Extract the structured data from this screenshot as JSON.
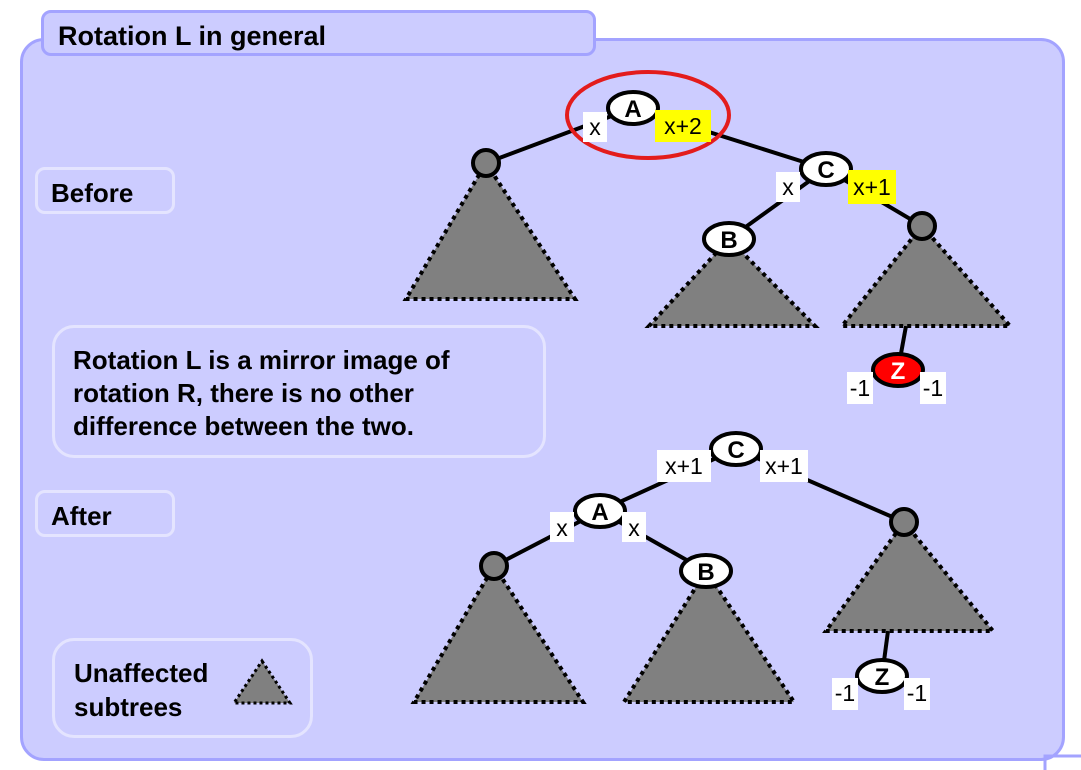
{
  "title": "Rotation L in general",
  "labels": {
    "before": "Before",
    "after": "After"
  },
  "note": {
    "line1": "Rotation L is a mirror image of",
    "line2": "rotation R, there is no other",
    "line3": "difference  between the two."
  },
  "legend": {
    "line1": "Unaffected",
    "line2": "subtrees"
  },
  "colors": {
    "panel": "#ccccff",
    "panel_border": "#a3a3ff",
    "subtree": "#808080",
    "highlight": "#ffff00",
    "unbalanced_ring": "#e31c1c",
    "new_node": "#ff0000"
  },
  "before_tree": {
    "nodes": {
      "a": "A",
      "c": "C",
      "b": "B",
      "z": "Z"
    },
    "heights": {
      "a_left": "x",
      "a_right": "x+2",
      "c_left": "x",
      "c_right": "x+1",
      "z_left": "-1",
      "z_right": "-1"
    }
  },
  "after_tree": {
    "nodes": {
      "c": "C",
      "a": "A",
      "b": "B",
      "z": "Z"
    },
    "heights": {
      "c_left": "x+1",
      "c_right": "x+1",
      "a_left": "x",
      "a_right": "x",
      "z_left": "-1",
      "z_right": "-1"
    }
  }
}
